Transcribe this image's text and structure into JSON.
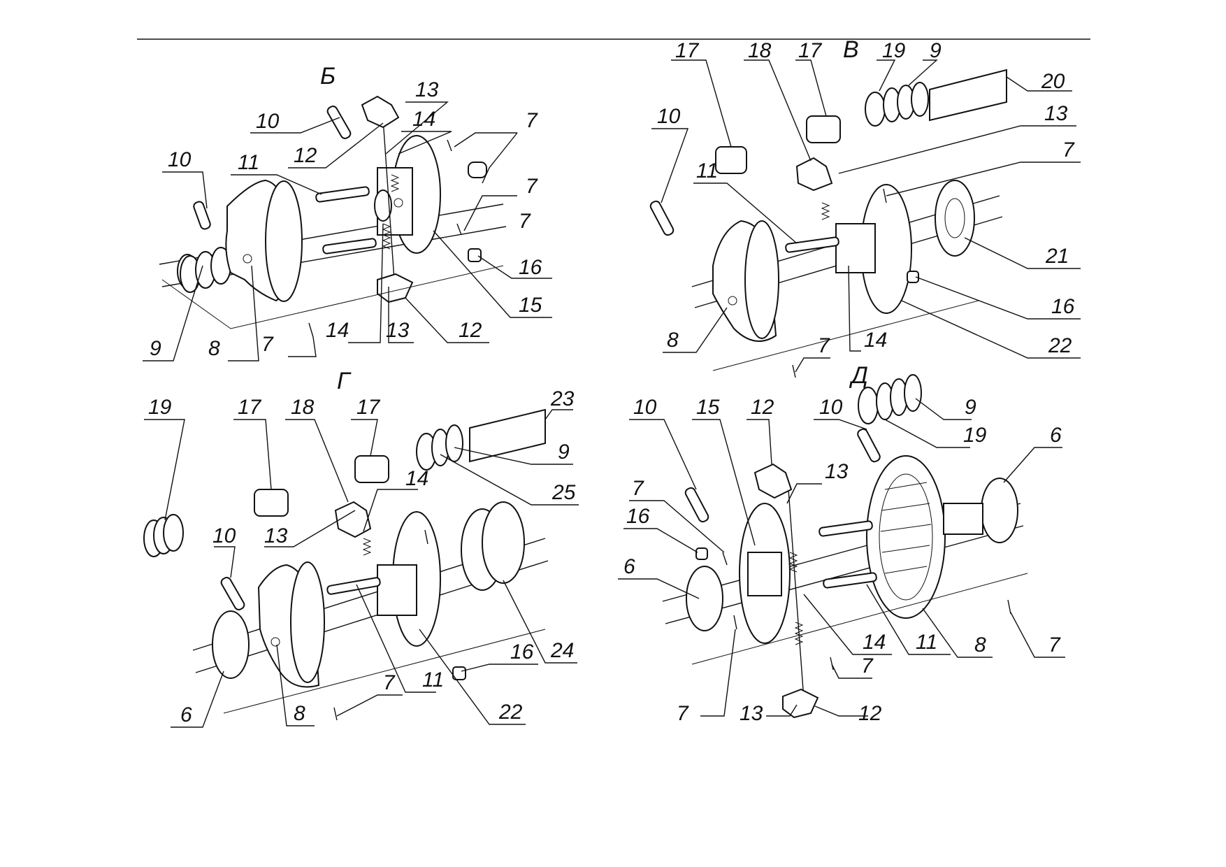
{
  "views": [
    {
      "id": "B",
      "name": "Б"
    },
    {
      "id": "V",
      "name": "В"
    },
    {
      "id": "G",
      "name": "Г"
    },
    {
      "id": "D",
      "name": "Д"
    }
  ],
  "labels": {
    "B": [
      "10",
      "10",
      "11",
      "12",
      "13",
      "14",
      "7",
      "7",
      "7",
      "16",
      "15",
      "12",
      "13",
      "14",
      "7",
      "8",
      "9"
    ],
    "V": [
      "17",
      "18",
      "17",
      "19",
      "9",
      "20",
      "13",
      "10",
      "11",
      "7",
      "21",
      "16",
      "22",
      "14",
      "7",
      "8"
    ],
    "G": [
      "19",
      "17",
      "18",
      "17",
      "23",
      "9",
      "25",
      "14",
      "10",
      "13",
      "16",
      "24",
      "22",
      "11",
      "7",
      "8",
      "6"
    ],
    "D": [
      "10",
      "15",
      "12",
      "10",
      "9",
      "19",
      "6",
      "7",
      "16",
      "13",
      "6",
      "14",
      "11",
      "8",
      "7",
      "7",
      "7",
      "13",
      "12"
    ]
  }
}
